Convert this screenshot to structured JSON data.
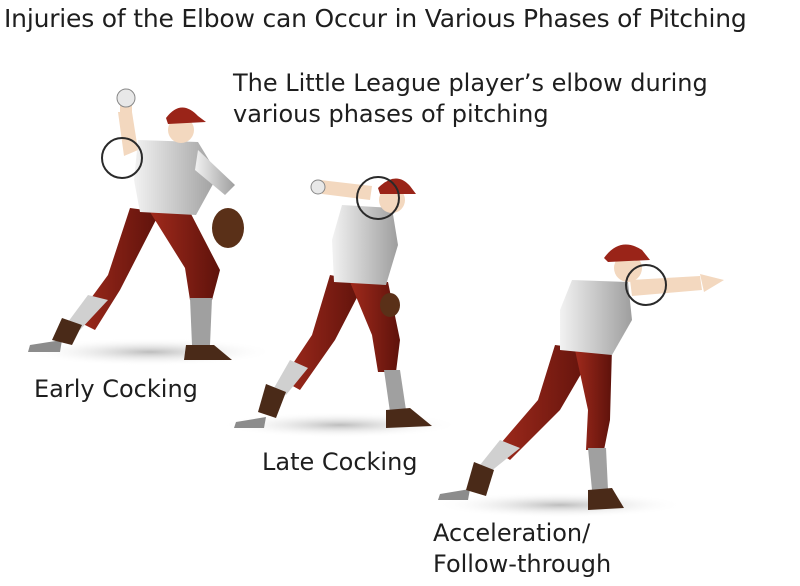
{
  "title": "Injuries of the Elbow can Occur in Various Phases of Pitching",
  "subtitle": "The Little League player’s elbow during various phases of pitching",
  "phases": [
    {
      "label": "Early Cocking"
    },
    {
      "label": "Late Cocking"
    },
    {
      "label_line1": "Acceleration/",
      "label_line2": "Follow-through"
    }
  ],
  "colors": {
    "uniform_pants": "#8b1c12",
    "cap": "#9a2418",
    "shirt": "#d9d9d9",
    "skin": "#f3d8bf",
    "socks": "#9a9a9a",
    "shadow": "#cfcfcf",
    "circle": "#2a2a2a"
  }
}
